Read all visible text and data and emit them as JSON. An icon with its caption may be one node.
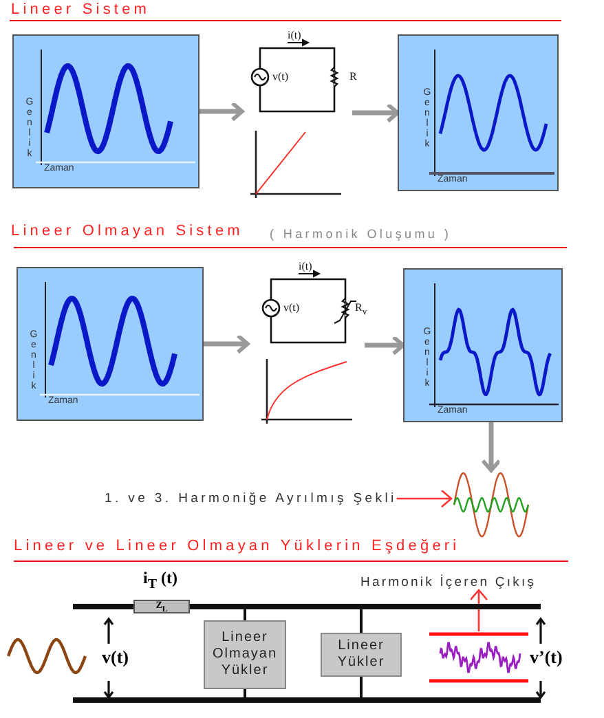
{
  "diagram": {
    "nodes": [
      {
        "text": [
          "Genlik",
          "Zaman"
        ]
      },
      {
        "text": [
          "i(t)",
          "v(t)",
          "R"
        ]
      },
      {
        "text": [
          "Genlik",
          "Zaman"
        ]
      },
      {
        "text": [
          "Genlik",
          "Zaman"
        ]
      },
      {
        "text": [
          "i(t)",
          "v(t)",
          "R$_{v}$"
        ]
      },
      {
        "text": [
          "Genlik",
          "Zaman"
        ]
      },
      {
        "text": [],
        "shape": "picture"
      },
      {
        "text": [
          "1. ve 3. Harmoniğe Ayrılmış Şekli"
        ]
      },
      {
        "text": [
          "Harmonik İçeren Çıkış"
        ]
      },
      {
        "text": [
          "Z$_{L}$"
        ]
      },
      {
        "text": [
          "Lineer Olmayan Yükler"
        ]
      },
      {
        "text": [
          "Lineer Yükler"
        ]
      },
      {
        "text": [],
        "shape": "picture"
      },
      {
        "text": [],
        "shape": "bar"
      },
      {
        "text": [],
        "shape": "bar"
      }
    ],
    "edges": [
      {
        "from": 0,
        "to": 1,
        "arrow": "to"
      },
      {
        "from": 1,
        "to": 2,
        "arrow": "to"
      },
      {
        "from": 3,
        "to": 4,
        "arrow": "to"
      },
      {
        "from": 4,
        "to": 5,
        "arrow": "to"
      },
      {
        "from": 5,
        "to": 6,
        "arrow": "to"
      },
      {
        "from": 7,
        "to": 6,
        "arrow": "to",
        "color": "#ff3333"
      },
      {
        "from": 12,
        "to": 8,
        "arrow": "to",
        "color": "#ff3333"
      },
      {
        "from": 13,
        "to": 10,
        "arrow": "none",
        "color": "#111111"
      },
      {
        "from": 13,
        "to": 11,
        "arrow": "none",
        "color": "#111111"
      },
      {
        "from": 10,
        "to": 14,
        "arrow": "none",
        "color": "#111111"
      },
      {
        "from": 11,
        "to": 14,
        "arrow": "none",
        "color": "#111111"
      }
    ],
    "labels": [
      "Lineer Sistem",
      "Lineer Olmayan Sistem",
      "( Harmonik Oluşumu )",
      "Lineer ve Lineer Olmayan Yüklerin Eşdeğeri",
      "i$_{T}$ (t)",
      "v(t)",
      "v’(t)"
    ]
  }
}
